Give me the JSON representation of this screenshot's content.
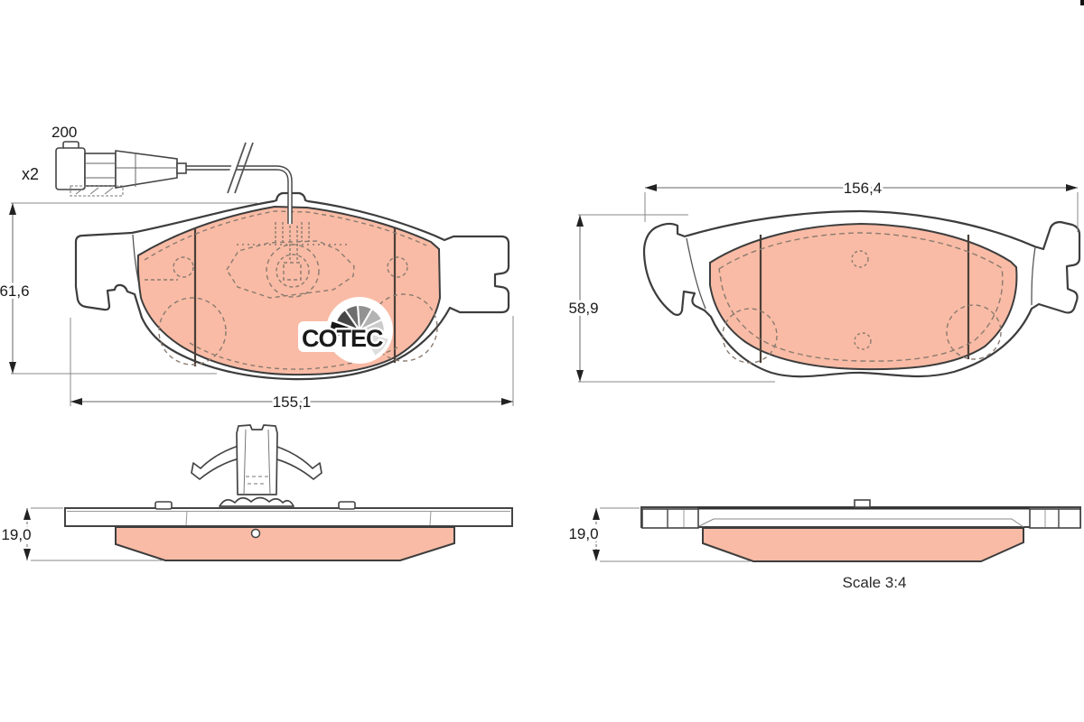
{
  "drawing": {
    "type": "brake-pad-set-technical-drawing",
    "scale_label": "Scale 3:4"
  },
  "logo": {
    "text": "COTEC"
  },
  "labels": {
    "sensor_wire_length": "200",
    "sensor_quantity": "x2",
    "front_left_height": "61,6",
    "front_left_width": "155,1",
    "front_right_width": "156,4",
    "front_right_height": "58,9",
    "side_left_thickness": "19,0",
    "side_right_thickness": "19,0"
  },
  "colors": {
    "background": "#ffffff",
    "friction_material": "#f9bba5",
    "outline": "#3d3d3d",
    "dimension_line": "#666666",
    "extension_line": "#8a8a8a",
    "detail_dash": "#8a7b70",
    "logo_black": "#161616",
    "logo_gray_dark": "#464646",
    "logo_gray": "#6e6e6e",
    "logo_gray_mid": "#929292",
    "logo_gray_light": "#b3b3b3",
    "logo_gray_lighter": "#cbcbcb",
    "logo_gray_faint": "#dedede"
  }
}
